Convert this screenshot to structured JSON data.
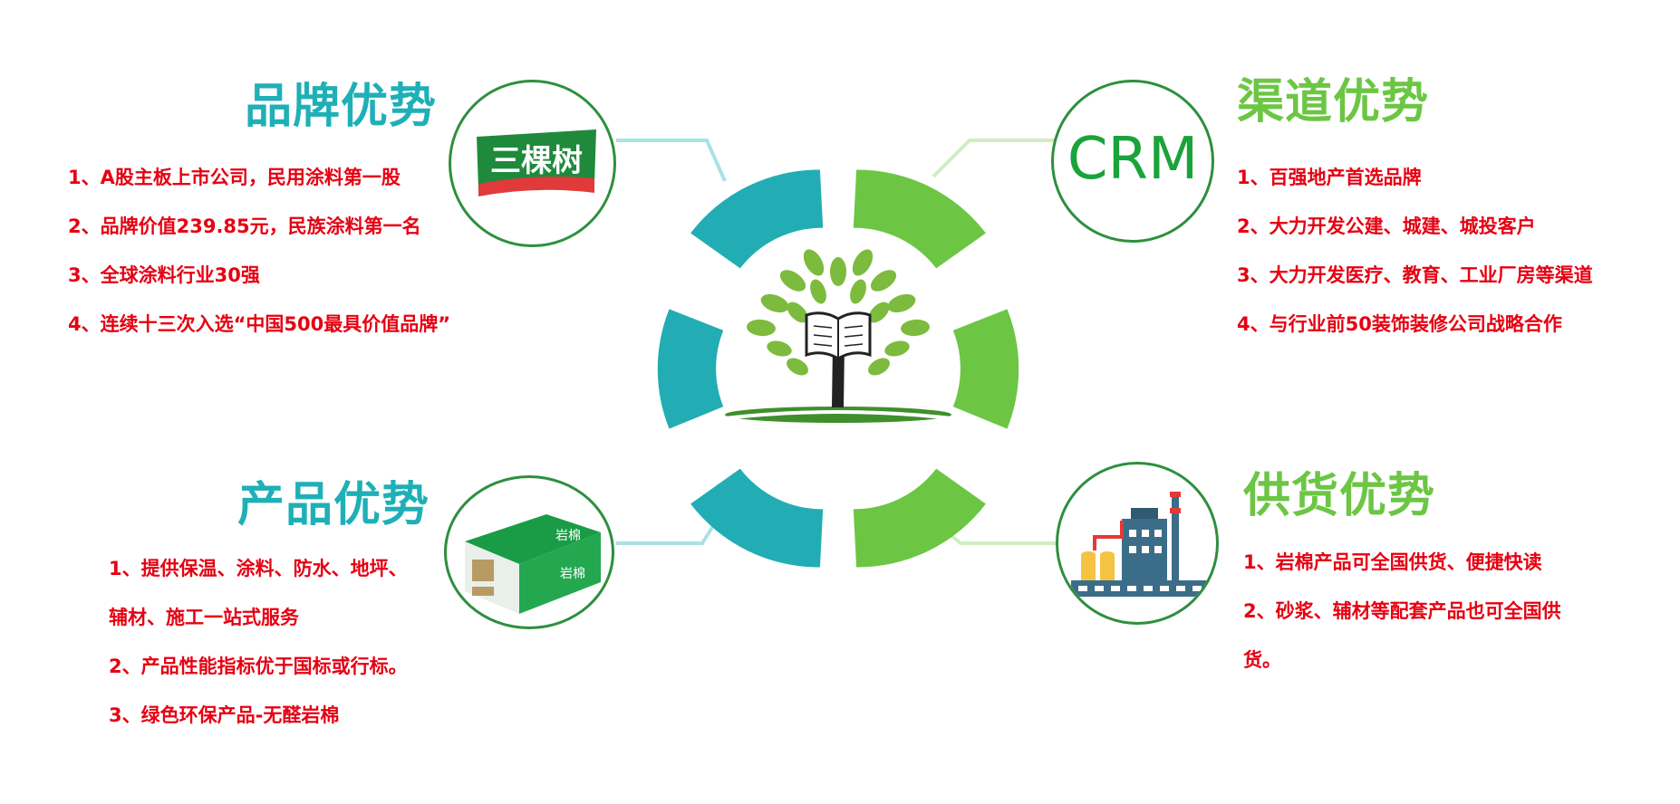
{
  "colors": {
    "teal": "#1fb0b7",
    "green": "#6cc644",
    "red": "#e60012",
    "dark_green": "#2e8f3e"
  },
  "brand": {
    "title": "品牌优势",
    "logo_text": "三棵树",
    "items": [
      "1、A股主板上市公司，民用涂料第一股",
      "2、品牌价值239.85元，民族涂料第一名",
      "3、全球涂料行业30强",
      "4、连续十三次入选“中国500最具价值品牌”"
    ]
  },
  "channel": {
    "title": "渠道优势",
    "logo_text": "CRM",
    "items": [
      "1、百强地产首选品牌",
      "2、大力开发公建、城建、城投客户",
      "3、大力开发医疗、教育、工业厂房等渠道",
      "4、与行业前50装饰装修公司战略合作"
    ]
  },
  "product": {
    "title": "产品优势",
    "package_label_1": "岩棉",
    "package_label_2": "岩棉",
    "items": [
      "1、提供保温、涂料、防水、地坪、",
      "辅材、施工一站式服务",
      "2、产品性能指标优于国标或行标。",
      "3、绿色环保产品-无醛岩棉"
    ]
  },
  "supply": {
    "title": "供货优势",
    "items": [
      "1、岩棉产品可全国供货、便捷快读",
      "2、砂浆、辅材等配套产品也可全国供",
      "货。"
    ]
  },
  "center": {
    "icon": "tree-book-icon"
  }
}
